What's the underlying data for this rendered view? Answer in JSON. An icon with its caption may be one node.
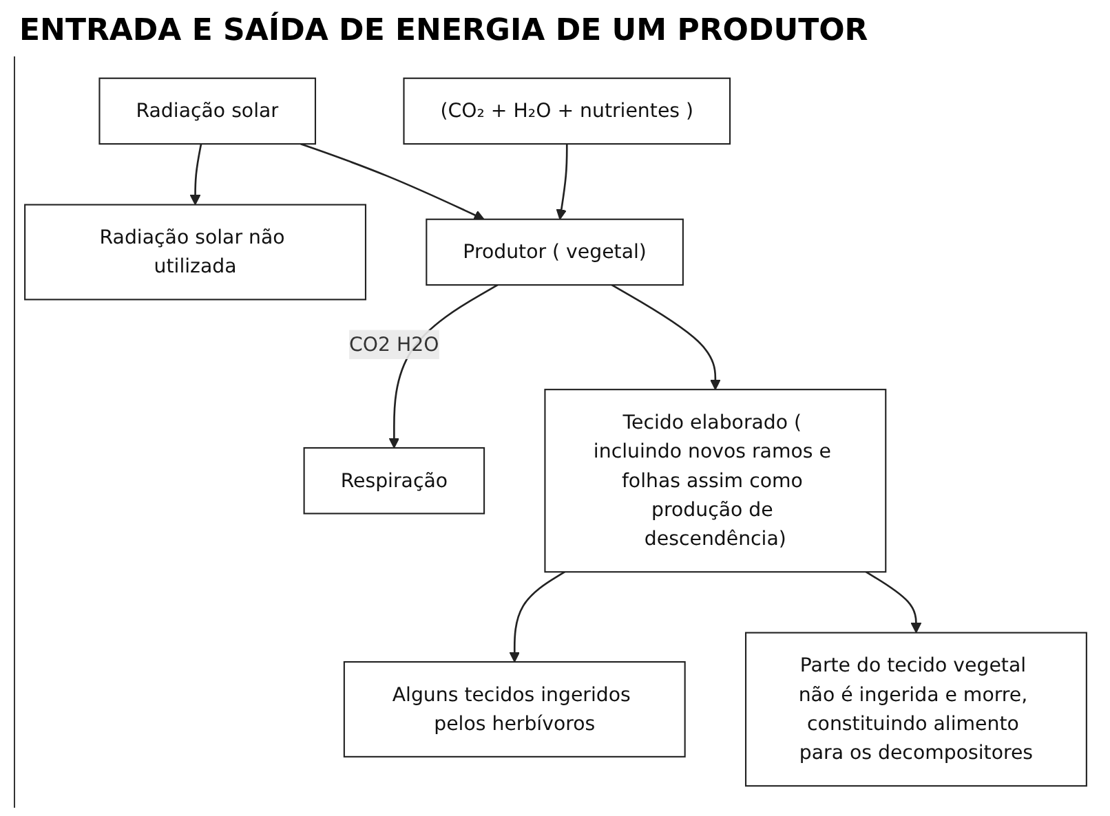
{
  "diagram": {
    "title": "ENTRADA E SAÍDA DE ENERGIA DE UM PRODUTOR",
    "nodes": [
      {
        "text": [
          "Radiação solar"
        ]
      },
      {
        "text": [
          "Radiação solar não utilizada"
        ]
      },
      {
        "text": [
          "(CO₂ + H₂O + nutrientes )"
        ]
      },
      {
        "text": [
          "Produtor ( vegetal)"
        ]
      },
      {
        "text": [
          "Respiração"
        ]
      },
      {
        "text": [
          "Tecido elaborado ( incluindo novos ramos e folhas assim como produção de descendência)"
        ]
      },
      {
        "text": [
          "Alguns tecidos ingeridos pelos herbívoros"
        ]
      },
      {
        "text": [
          "Parte do tecido vegetal não é ingerida e morre, constituindo alimento para os decompositores"
        ]
      }
    ],
    "edges": [
      {
        "from": 0,
        "to": 1,
        "arrow": "to"
      },
      {
        "from": 0,
        "to": 3,
        "arrow": "to"
      },
      {
        "from": 2,
        "to": 3,
        "arrow": "to"
      },
      {
        "from": 3,
        "to": 4,
        "arrow": "to",
        "label": "CO2 H2O"
      },
      {
        "from": 3,
        "to": 5,
        "arrow": "to"
      },
      {
        "from": 5,
        "to": 6,
        "arrow": "to"
      },
      {
        "from": 5,
        "to": 7,
        "arrow": "to"
      }
    ]
  }
}
